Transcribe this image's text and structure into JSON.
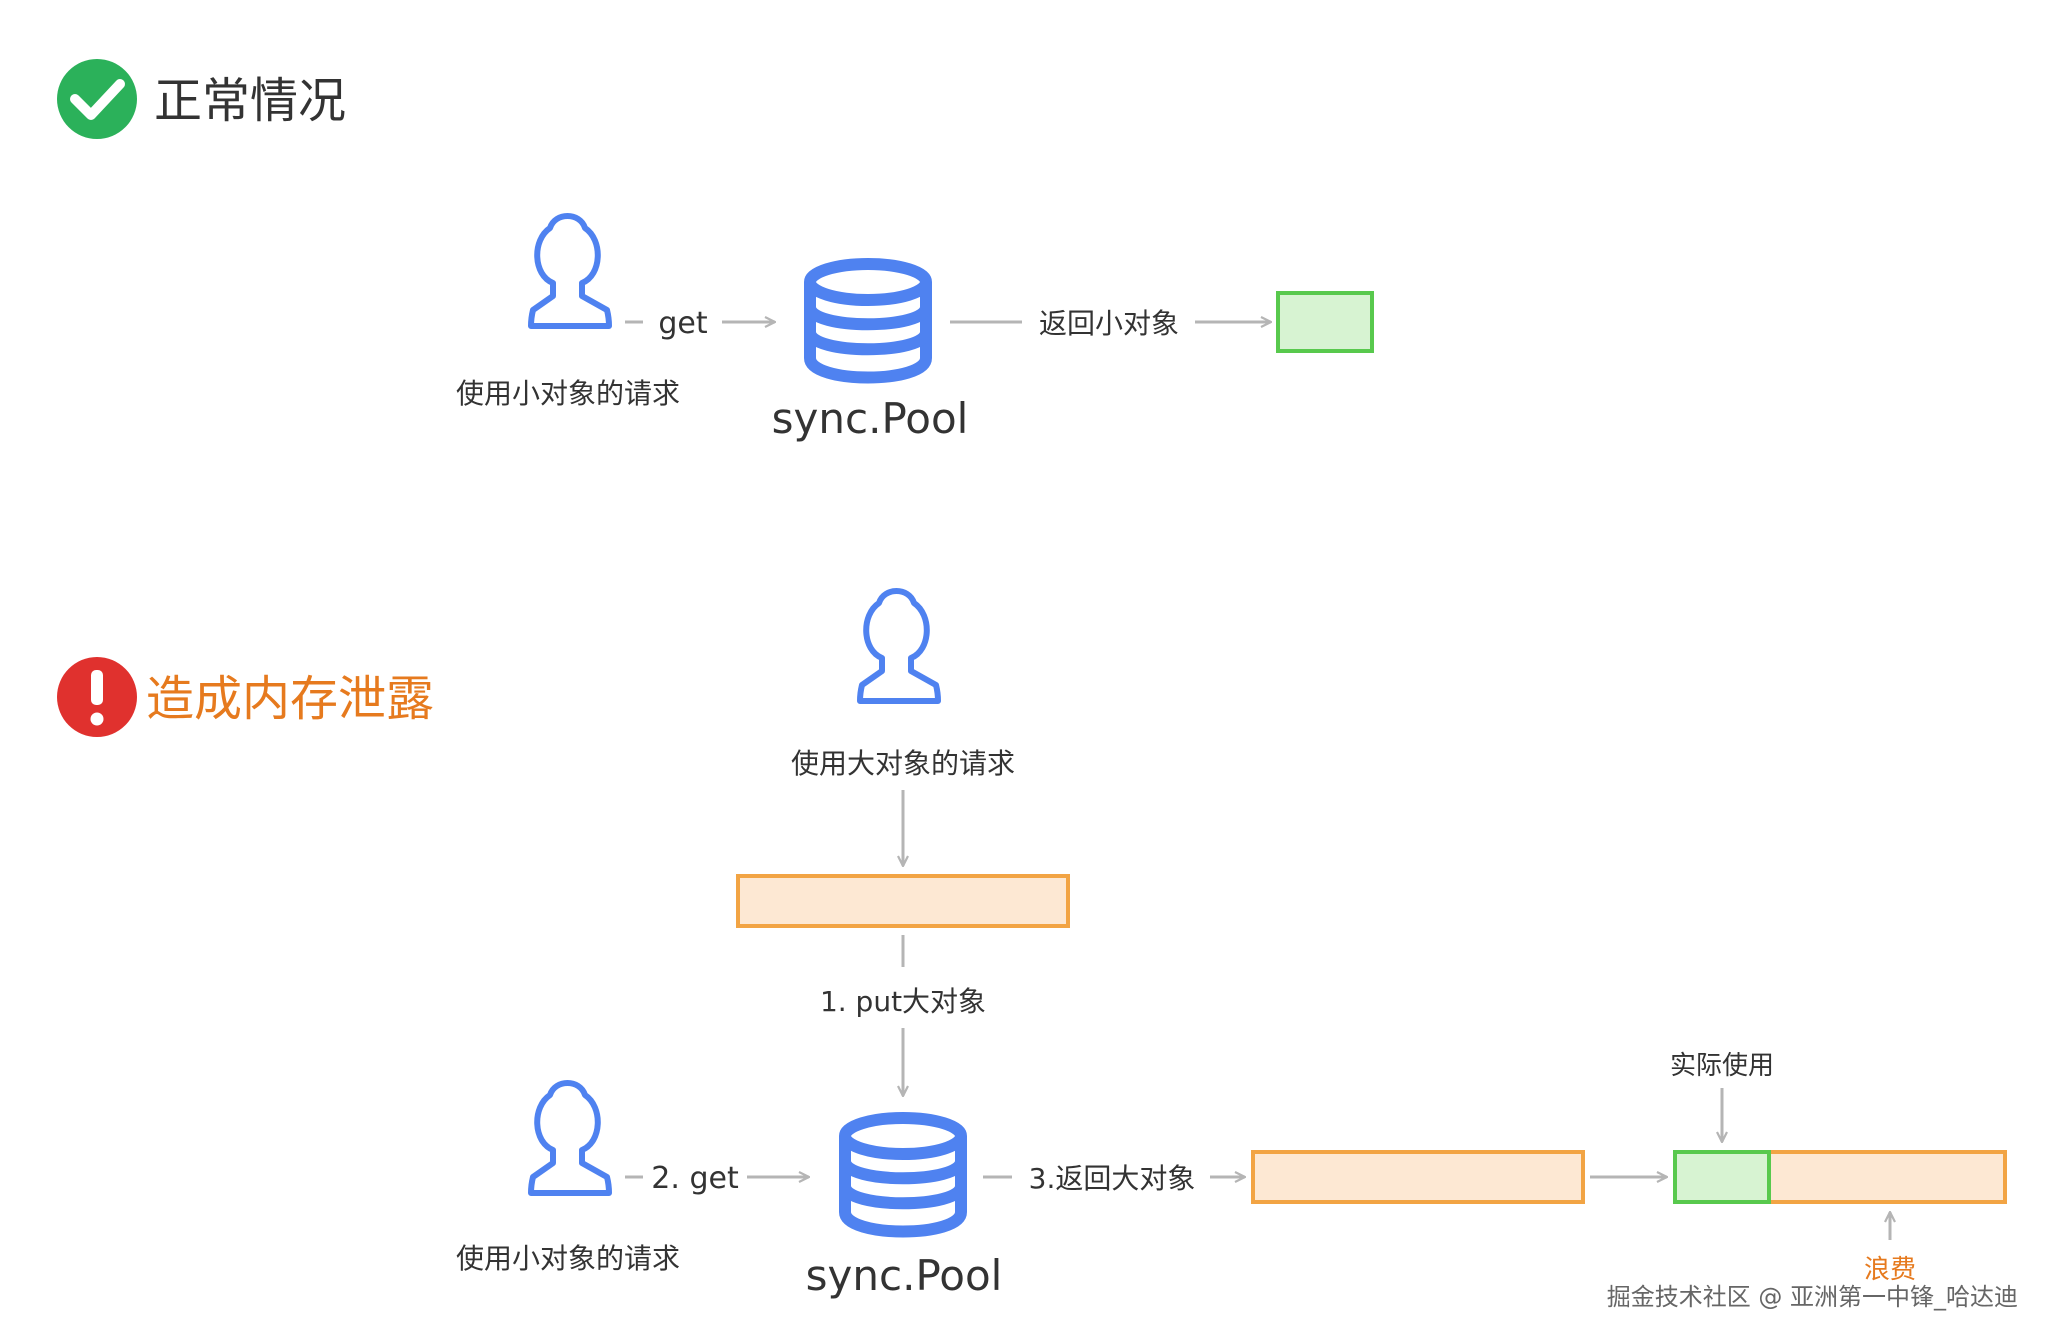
{
  "colors": {
    "ok_green": "#2bb15a",
    "error_red": "#e0312e",
    "title_orange": "#e67a1e",
    "icon_blue": "#4f82f0",
    "arrow_gray": "#b5b5b5",
    "box_green_fill": "#d7f3d2",
    "box_green_stroke": "#58c94d",
    "box_orange_fill": "#fde8d3",
    "box_orange_stroke": "#f2a444",
    "text": "#333333"
  },
  "sections": {
    "normal": {
      "icon": "check-circle-icon",
      "title": "正常情况",
      "user_label": "使用小对象的请求",
      "get_label": "get",
      "pool_label": "sync.Pool",
      "return_label": "返回小对象"
    },
    "leak": {
      "icon": "exclamation-circle-icon",
      "title": "造成内存泄露",
      "top_user_label": "使用大对象的请求",
      "put_label": "1. put大对象",
      "user_label": "使用小对象的请求",
      "get_label": "2. get",
      "pool_label": "sync.Pool",
      "return_label": "3.返回大对象",
      "actual_use_label": "实际使用",
      "waste_label": "浪费"
    }
  },
  "watermark": "掘金技术社区 @ 亚洲第一中锋_哈达迪"
}
